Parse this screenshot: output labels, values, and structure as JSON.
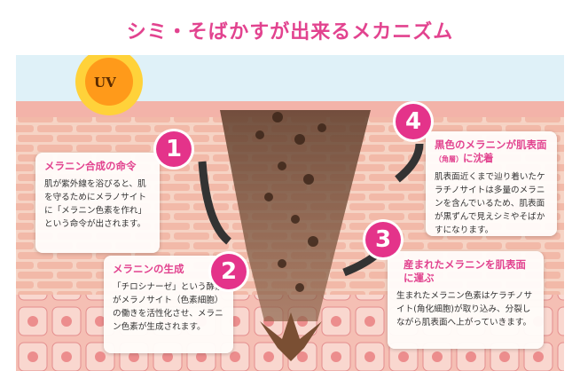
{
  "title": "シミ・そばかすが出来るメカニズム",
  "sun": {
    "label": "UV"
  },
  "steps": [
    {
      "number": "1",
      "heading": "メラニン合成の命令",
      "body": "肌が紫外線を浴びると、肌を守るためにメラノサイトに「メラニン色素を作れ」という命令が出されます。"
    },
    {
      "number": "2",
      "heading": "メラニンの生成",
      "body": "「チロシナーゼ」という酵素がメラノサイト（色素細胞）の働きを活性化させ、メラニン色素が生成されます。"
    },
    {
      "number": "3",
      "heading": "産まれたメラニンを肌表面に運ぶ",
      "body": "生まれたメラニン色素はケラチノサイト(角化細胞)が取り込み、分裂しながら肌表面へ上がっていきます。"
    },
    {
      "number": "4",
      "heading": "黒色のメラニンが肌表面",
      "heading_note": "（角層）",
      "heading_end": "に沈着",
      "body": "肌表面近くまで辿り着いたケラチノサイトは多量のメラニンを含んでいるため、肌表面が黒ずんで見えシミやそばかすになります。"
    }
  ],
  "colors": {
    "accent": "#e2438f",
    "sky": "#dff1f8",
    "skin": "#f4c3b6",
    "melanin": "#6b4a35"
  }
}
